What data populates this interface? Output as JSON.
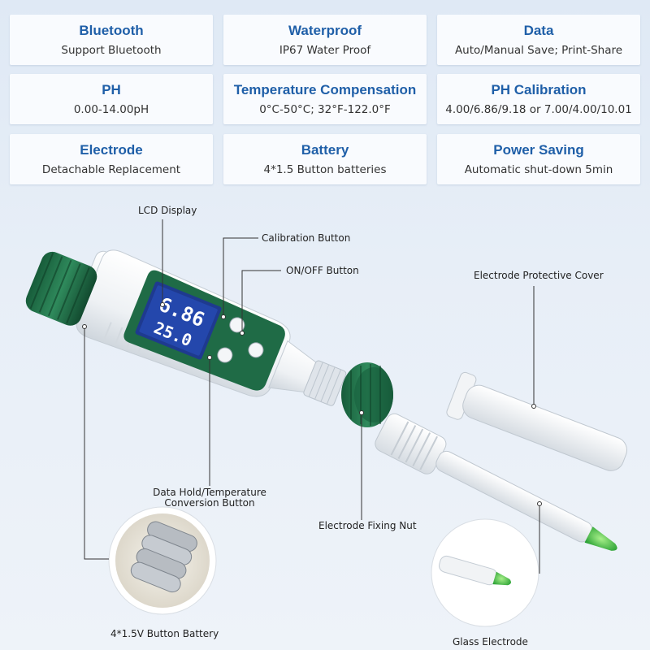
{
  "specs": [
    {
      "title": "Bluetooth",
      "value": "Support Bluetooth"
    },
    {
      "title": "Waterproof",
      "value": "IP67 Water Proof"
    },
    {
      "title": "Data",
      "value": "Auto/Manual Save; Print-Share"
    },
    {
      "title": "PH",
      "value": "0.00-14.00pH"
    },
    {
      "title": "Temperature Compensation",
      "value": "0°C-50°C; 32°F-122.0°F"
    },
    {
      "title": "PH Calibration",
      "value": "4.00/6.86/9.18 or 7.00/4.00/10.01"
    },
    {
      "title": "Electrode",
      "value": "Detachable Replacement"
    },
    {
      "title": "Battery",
      "value": "4*1.5 Button batteries"
    },
    {
      "title": "Power Saving",
      "value": "Automatic shut-down 5min"
    }
  ],
  "callouts": {
    "lcd_display": "LCD Display",
    "calibration_button": "Calibration Button",
    "on_off_button": "ON/OFF Button",
    "electrode_protective_cover": "Electrode Protective Cover",
    "data_hold_line1": "Data Hold/Temperature",
    "data_hold_line2": "Conversion Button",
    "electrode_fixing_nut": "Electrode Fixing Nut",
    "button_battery": "4*1.5V Button Battery",
    "glass_electrode": "Glass Electrode"
  },
  "lcd": {
    "ph_reading": "6.86",
    "temp_reading": "25.0"
  },
  "colors": {
    "accent_title": "#1f5fa8",
    "meter_green": "#1f6b46",
    "lcd_blue": "#1e3a8f",
    "electrode_tip": "#3fbf4a"
  }
}
